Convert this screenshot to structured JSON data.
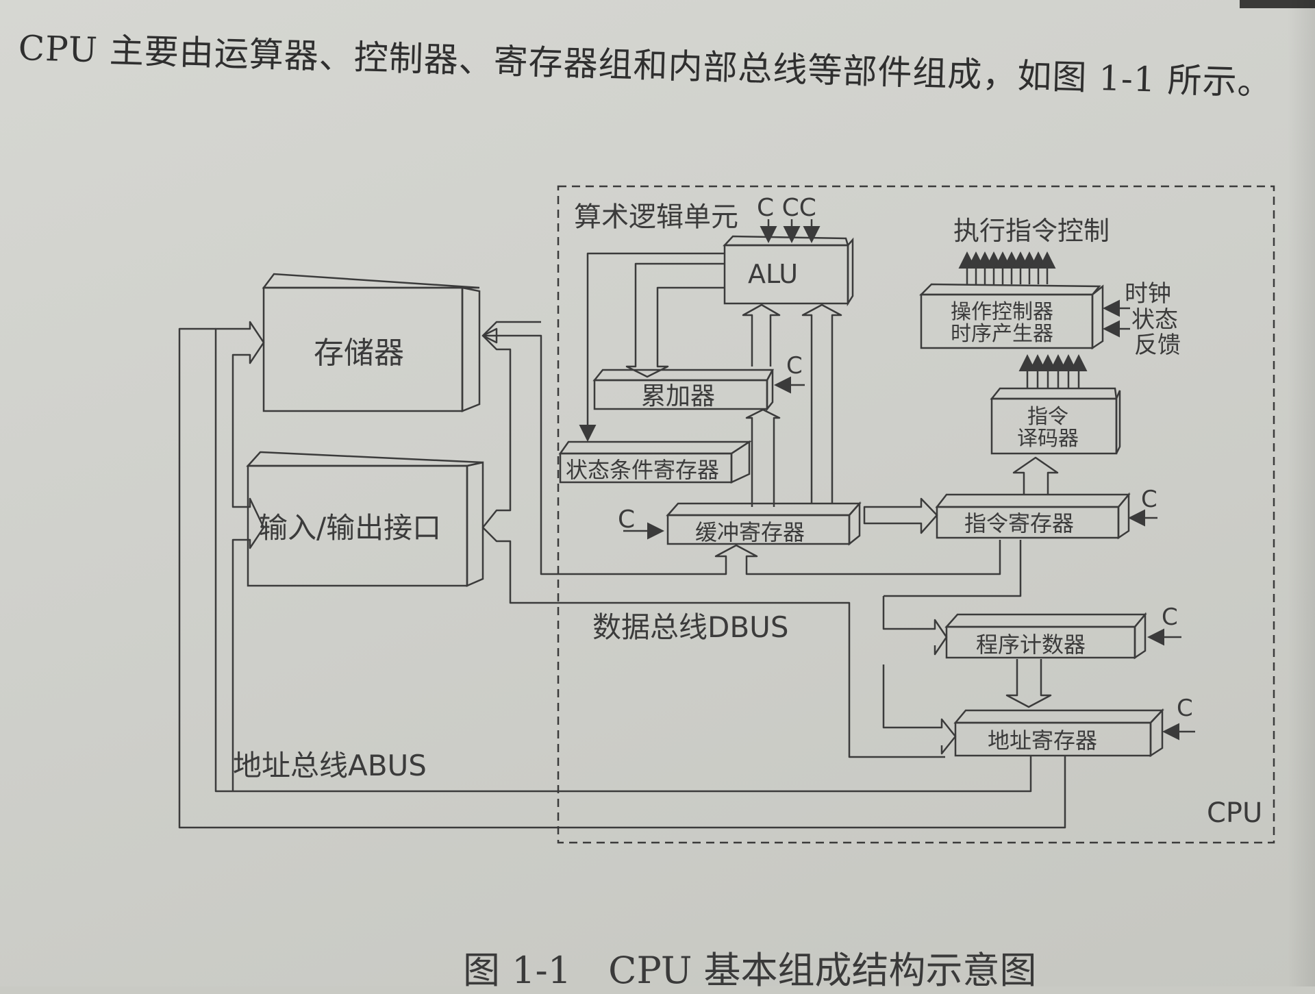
{
  "intro_text": "CPU 主要由运算器、控制器、寄存器组和内部总线等部件组成，如图 1-1 所示。",
  "caption": "图 1-1　CPU 基本组成结构示意图",
  "diagram": {
    "cpu_label": "CPU",
    "alu_section_label": "算术逻辑单元",
    "exec_control_label": "执行指令控制",
    "clock_signal": "C",
    "alu_inputs": "C CC",
    "blocks": {
      "memory": "存储器",
      "io": "输入/输出接口",
      "alu": "ALU",
      "accumulator": "累加器",
      "status_reg": "状态条件寄存器",
      "buffer_reg": "缓冲寄存器",
      "op_controller_line1": "操作控制器",
      "op_controller_line2": "时序产生器",
      "decoder_line1": "指令",
      "decoder_line2": "译码器",
      "instr_reg": "指令寄存器",
      "pc": "程序计数器",
      "addr_reg": "地址寄存器"
    },
    "side_labels": {
      "clock": "时钟",
      "status": "状态",
      "feedback": "反馈"
    },
    "buses": {
      "data_bus": "数据总线DBUS",
      "addr_bus": "地址总线ABUS"
    }
  }
}
